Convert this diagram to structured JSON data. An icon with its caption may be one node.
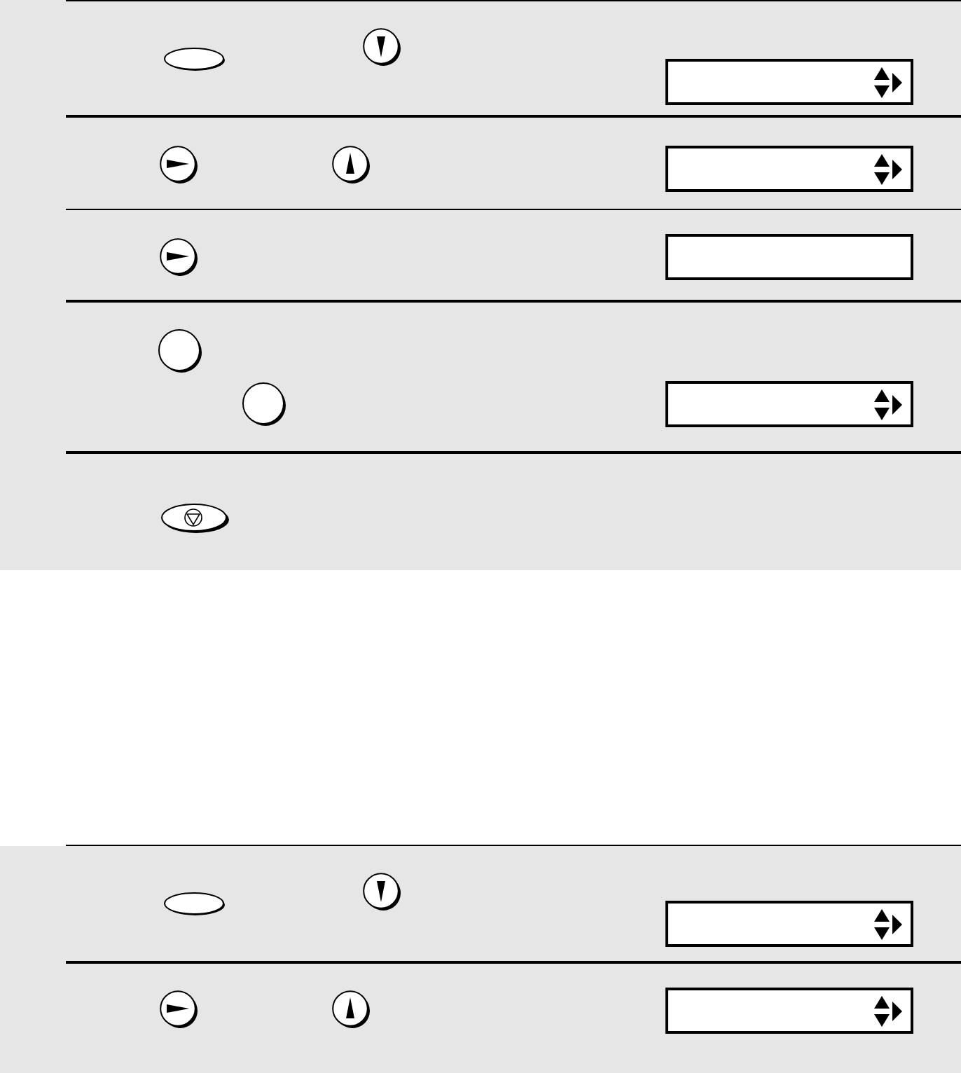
{
  "diagram": {
    "nodes": [
      {
        "text": [],
        "shape": "band"
      },
      {
        "text": [],
        "shape": "box",
        "in": 0
      },
      {
        "text": [],
        "shape": "box",
        "in": 0
      },
      {
        "text": [],
        "shape": "box",
        "in": 0
      },
      {
        "text": [],
        "shape": "box",
        "in": 0
      },
      {
        "text": [],
        "shape": "band"
      },
      {
        "text": [],
        "shape": "box",
        "in": 5
      },
      {
        "text": [],
        "shape": "box",
        "in": 5
      }
    ]
  }
}
